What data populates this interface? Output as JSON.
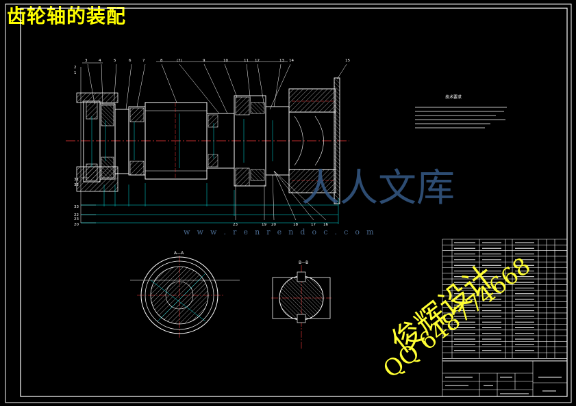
{
  "drawing": {
    "title": "齿轮轴的装配",
    "section_a_label": "A—A",
    "section_b_label": "B—B",
    "tech_title": "技术要求"
  },
  "part_numbers_top": [
    "3",
    "4",
    "5",
    "6",
    "7",
    "8",
    "(7)",
    "9",
    "10",
    "11",
    "12",
    "13",
    "14",
    "15"
  ],
  "part_numbers_left": [
    "2",
    "1",
    "31",
    "32",
    "33",
    "22",
    "23",
    "20"
  ],
  "part_numbers_bottom": [
    "23",
    "19",
    "20",
    "18",
    "17",
    "16"
  ],
  "watermark": {
    "designer": "俊辉设计",
    "qq": "QQ 648774668",
    "url": "w w w . r e n r e n d o c . c o m",
    "logo": "人人文库"
  },
  "colors": {
    "background": "#000000",
    "outline": "#ffffff",
    "centerline": "#ff3b3b",
    "dimension": "#00e5e5",
    "title": "#ffff00",
    "hatch": "#ffffff"
  }
}
